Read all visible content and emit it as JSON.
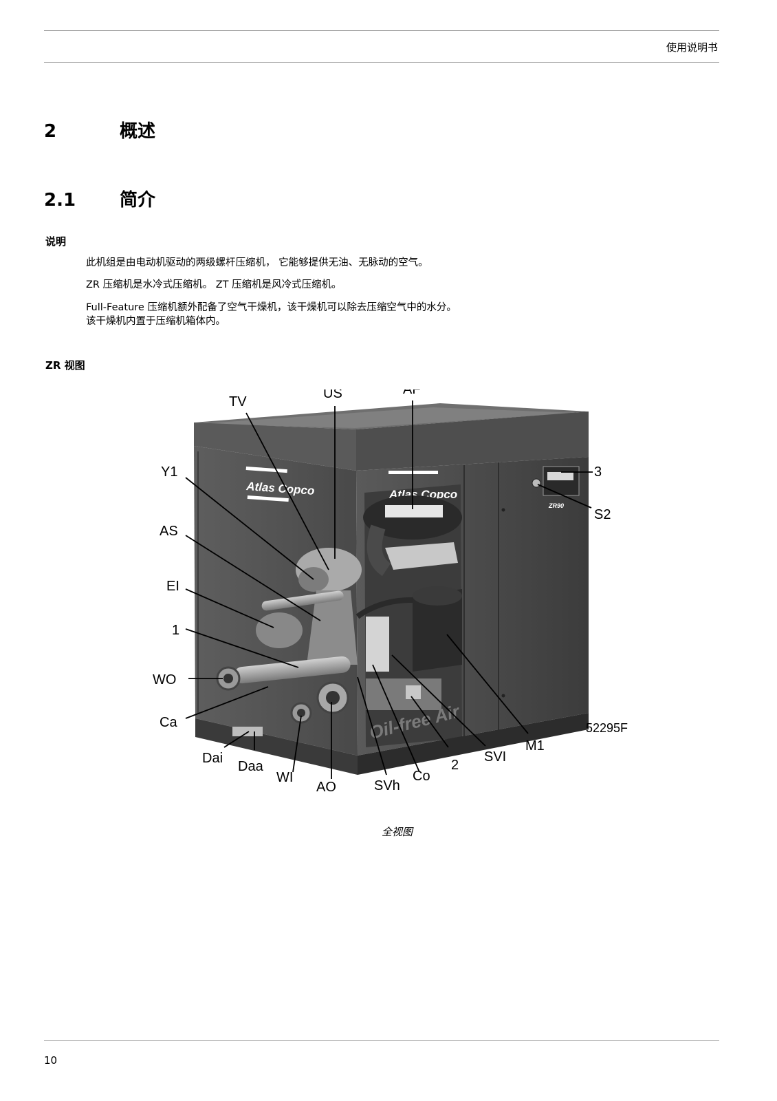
{
  "header": {
    "title": "使用说明书"
  },
  "sections": [
    {
      "number": "2",
      "title": "概述"
    },
    {
      "number": "2.1",
      "title": "简介"
    }
  ],
  "description": {
    "heading": "说明",
    "paragraphs": [
      "此机组是由电动机驱动的两级螺杆压缩机， 它能够提供无油、无脉动的空气。",
      "ZR 压缩机是水冷式压缩机。 ZT 压缩机是风冷式压缩机。",
      "Full-Feature 压缩机额外配备了空气干燥机，该干燥机可以除去压缩空气中的水分。",
      "该干燥机内置于压缩机箱体内。"
    ]
  },
  "view_heading": "ZR 视图",
  "figure": {
    "brand": "Atlas Copco",
    "panel_text": "ZR90",
    "side_text": "Oil-free Air",
    "id": "52295F",
    "caption": "全视图",
    "labels": {
      "TV": "TV",
      "US": "US",
      "AF": "AF",
      "Y1": "Y1",
      "AS": "AS",
      "EI": "EI",
      "L1": "1",
      "WO": "WO",
      "Ca": "Ca",
      "Dai": "Dai",
      "Daa": "Daa",
      "WI": "WI",
      "AO": "AO",
      "SVh": "SVh",
      "Co": "Co",
      "L2": "2",
      "SVI": "SVI",
      "M1": "M1",
      "L3": "3",
      "S2": "S2"
    }
  },
  "footer": {
    "page_number": "10"
  }
}
